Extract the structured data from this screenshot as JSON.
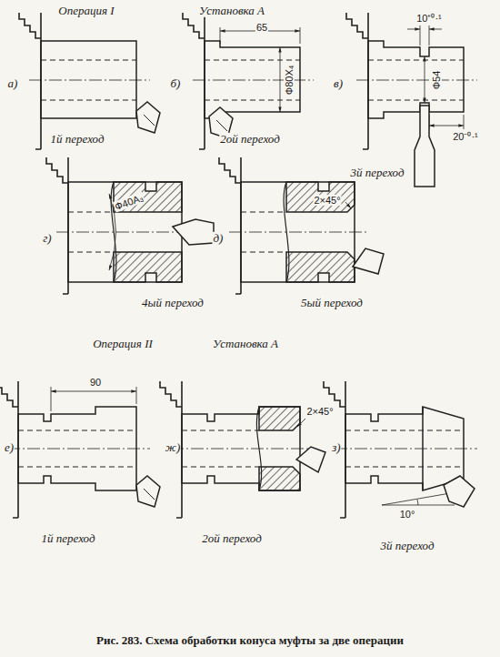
{
  "diagram": {
    "caption": "Рис. 283. Схема обработки конуса муфты за две операции",
    "labels": [
      "Операция I",
      "Установка А",
      "а)",
      "1й переход",
      "б)",
      "65",
      "Ф80Х₄",
      "2ой переход",
      "в)",
      "10⁺⁰·¹",
      "Ф54",
      "20⁻⁰·¹",
      "3й переход",
      "г)",
      "Ф40А₃",
      "4ый переход",
      "д)",
      "2×45°",
      "5ый переход",
      "Операция II",
      "Установка А",
      "е)",
      "90",
      "1й переход",
      "ж)",
      "2×45°",
      "2ой переход",
      "з)",
      "10°",
      "3й переход"
    ]
  }
}
